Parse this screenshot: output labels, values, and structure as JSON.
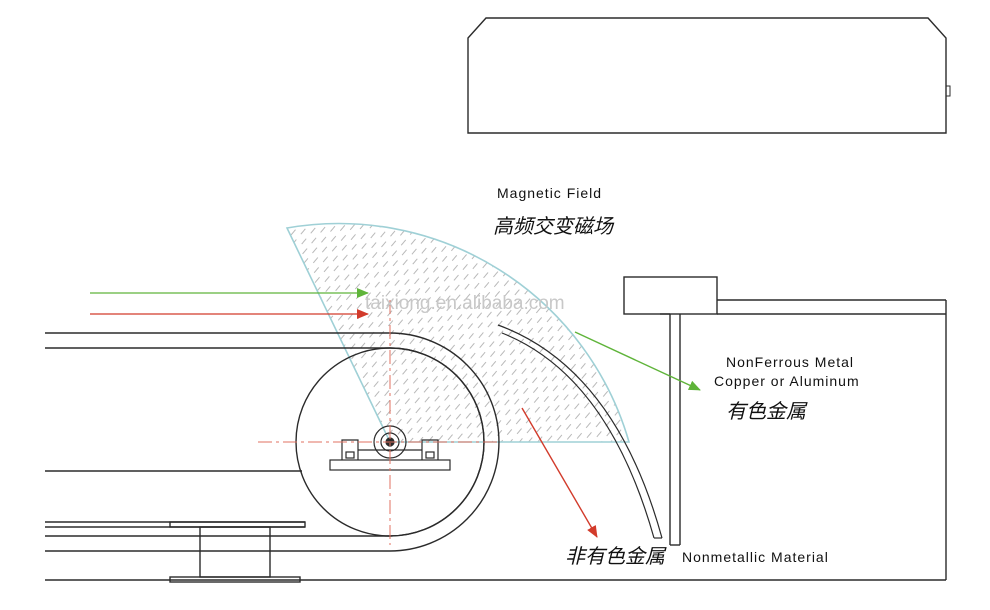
{
  "labels": {
    "magnetic_field_en": "Magnetic Field",
    "magnetic_field_cn": "高频交变磁场",
    "nonferrous_en_1": "NonFerrous Metal",
    "nonferrous_en_2": "Copper or Aluminum",
    "nonferrous_cn": "有色金属",
    "nonmetallic_cn": "非有色金属",
    "nonmetallic_en": "Nonmetallic Material",
    "watermark": "taixiong.en.alibaba.com"
  },
  "colors": {
    "line": "#2b2b2b",
    "field_border": "#9fd0d6",
    "field_hatch": "#b9b9b9",
    "arrow_green": "#5fb43a",
    "arrow_red": "#d23b2b",
    "centerline_red": "#e07060"
  }
}
